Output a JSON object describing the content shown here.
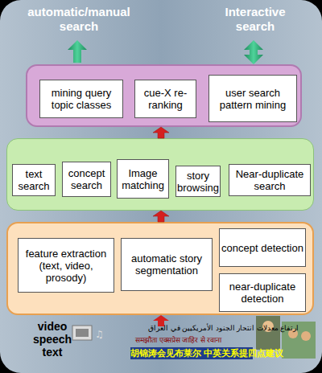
{
  "diagram": {
    "nodes": [
      {
        "text": []
      },
      {
        "text": [
          "mining query topic classes"
        ],
        "in": 0
      },
      {
        "text": [
          "cue-X re-ranking"
        ],
        "in": 0
      },
      {
        "text": [
          "user search pattern mining"
        ],
        "in": 0
      },
      {
        "text": []
      },
      {
        "text": [
          "text search"
        ],
        "in": 4
      },
      {
        "text": [
          "concept search"
        ],
        "in": 4
      },
      {
        "text": [
          "Image matching"
        ],
        "in": 4
      },
      {
        "text": [
          "story browsing"
        ],
        "in": 4
      },
      {
        "text": [
          "Near-duplicate search"
        ],
        "in": 4
      },
      {
        "text": []
      },
      {
        "text": [
          "feature extraction (text, video, prosody)"
        ],
        "in": 10
      },
      {
        "text": [
          "automatic story segmentation"
        ],
        "in": 10
      },
      {
        "text": [
          "concept detection"
        ],
        "in": 10
      },
      {
        "text": [
          "near-duplicate detection"
        ],
        "in": 10
      }
    ],
    "edges": [
      {
        "from": 10,
        "to": 4,
        "arrow": "to"
      },
      {
        "from": 4,
        "to": 0,
        "arrow": "to"
      }
    ],
    "labels": [
      "automatic/manual search",
      "Interactive search",
      "video speech text",
      "ارتفاع معدلات انتحار الجنود الأمريكيين في العراق",
      "समझौता एक्सप्रेस जाहिर से रवाना",
      "胡锦涛会见布莱尔 中英关系提四点建议"
    ]
  }
}
